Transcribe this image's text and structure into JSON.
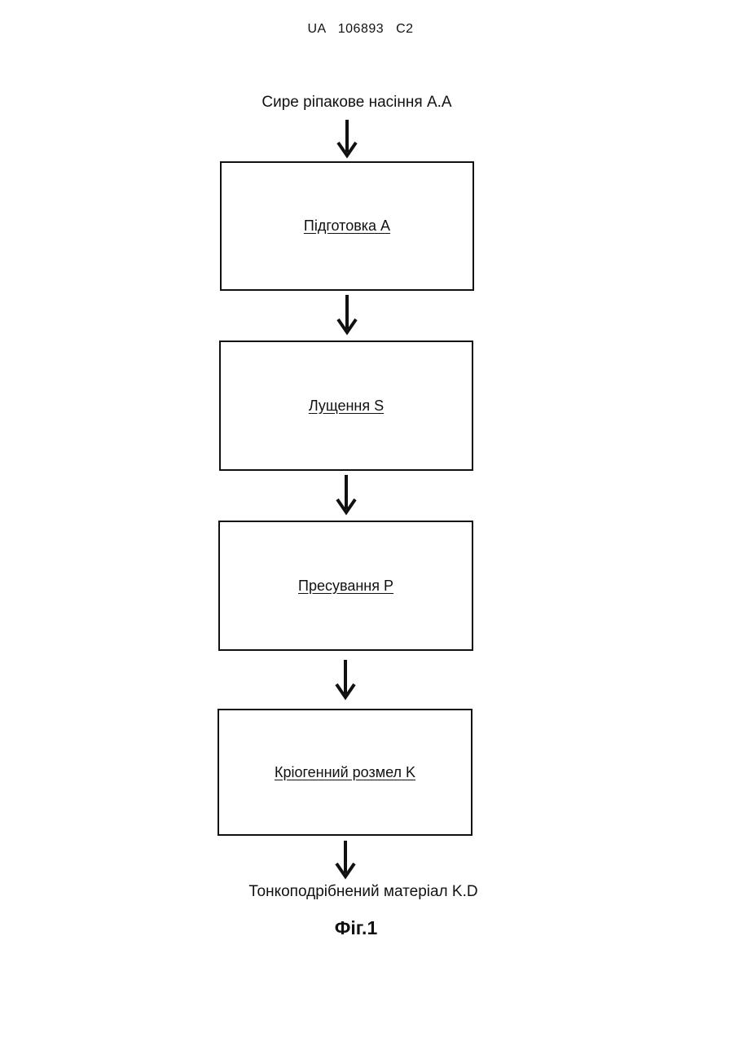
{
  "header": {
    "text": "UA   106893   C2"
  },
  "flowchart": {
    "input": "Сире ріпакове насіння A.A",
    "steps": [
      {
        "label": "Підготовка A"
      },
      {
        "label": "Лущення S"
      },
      {
        "label": "Пресування P"
      },
      {
        "label": "Кріогенний розмел K"
      }
    ],
    "output": "Тонкоподрібнений матеріал K.D"
  },
  "figure_caption": "Фіг.1",
  "colors": {
    "ink": "#111111",
    "background": "#ffffff"
  }
}
